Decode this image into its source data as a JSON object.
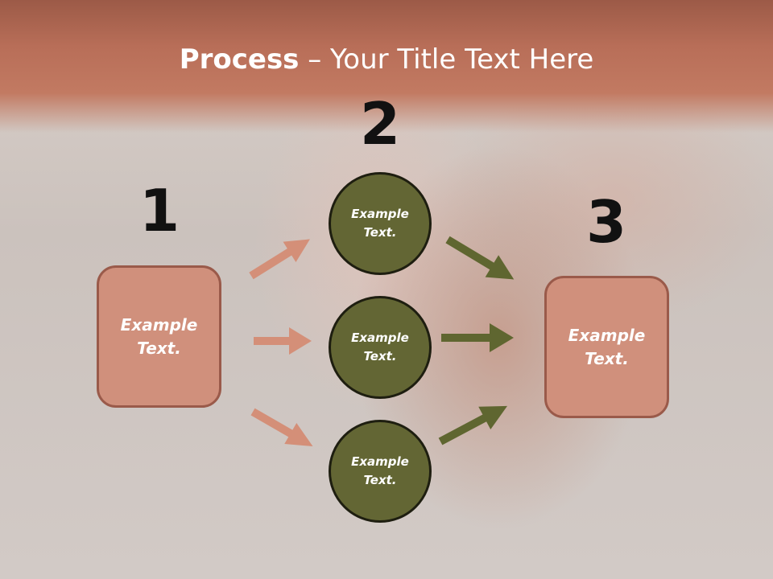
{
  "title": {
    "bold": "Process",
    "rest": " – Your Title Text Here"
  },
  "steps": [
    {
      "number": "1",
      "label": "Example\nText."
    },
    {
      "number": "2",
      "labels": [
        "Example\nText.",
        "Example\nText.",
        "Example\nText."
      ]
    },
    {
      "number": "3",
      "label": "Example\nText."
    }
  ],
  "colors": {
    "title_band": "#b86e58",
    "box_fill": "#d0907c",
    "box_border": "#9a5a4a",
    "circle_fill": "#636634",
    "circle_border": "#1e1e10",
    "arrow_left": "#d48f78",
    "arrow_right": "#5f6630"
  }
}
